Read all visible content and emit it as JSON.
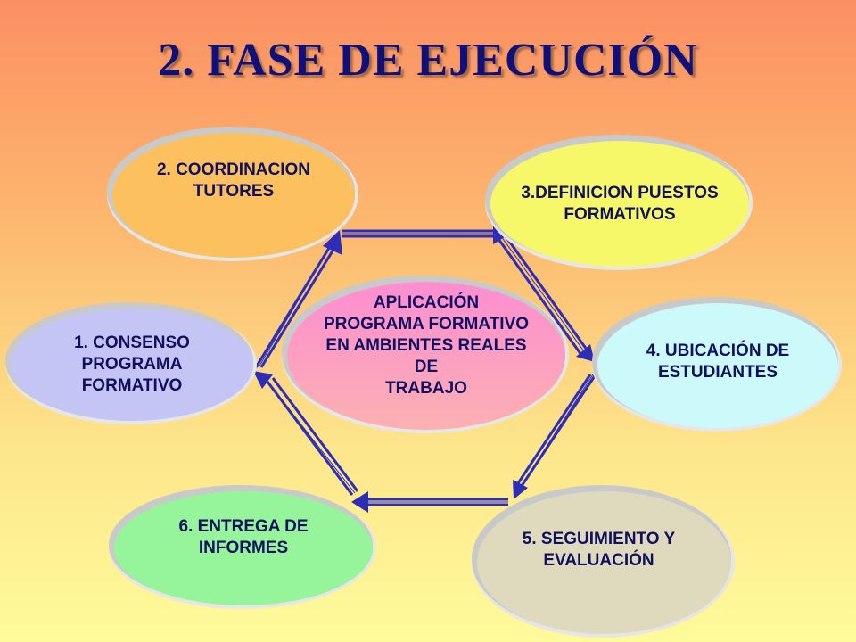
{
  "title": "2. FASE  DE EJECUCIÓN",
  "nodes": {
    "consenso": {
      "lines": [
        "1. CONSENSO",
        "PROGRAMA",
        "FORMATIVO"
      ],
      "color": "#c4c4f5"
    },
    "coordinacion": {
      "lines": [
        "2. COORDINACION",
        "TUTORES"
      ],
      "color": "#fcc05f"
    },
    "definicion": {
      "lines": [
        "3.DEFINICION PUESTOS",
        "FORMATIVOS"
      ],
      "color": "#f7f76a"
    },
    "ubicacion": {
      "lines": [
        "4. UBICACIÓN DE",
        "ESTUDIANTES"
      ],
      "color": "#ccfafa"
    },
    "seguimiento": {
      "lines": [
        "5. SEGUIMIENTO Y",
        "EVALUACIÓN"
      ],
      "color": "#dfdabd"
    },
    "entrega": {
      "lines": [
        "6. ENTREGA DE",
        "INFORMES"
      ],
      "color": "#96f59a"
    },
    "center": {
      "lines": [
        "APLICACIÓN",
        "PROGRAMA FORMATIVO",
        "EN AMBIENTES  REALES",
        "DE",
        "TRABAJO"
      ]
    }
  },
  "colors": {
    "arrow": "#2d2db8",
    "title": "#10107a"
  }
}
